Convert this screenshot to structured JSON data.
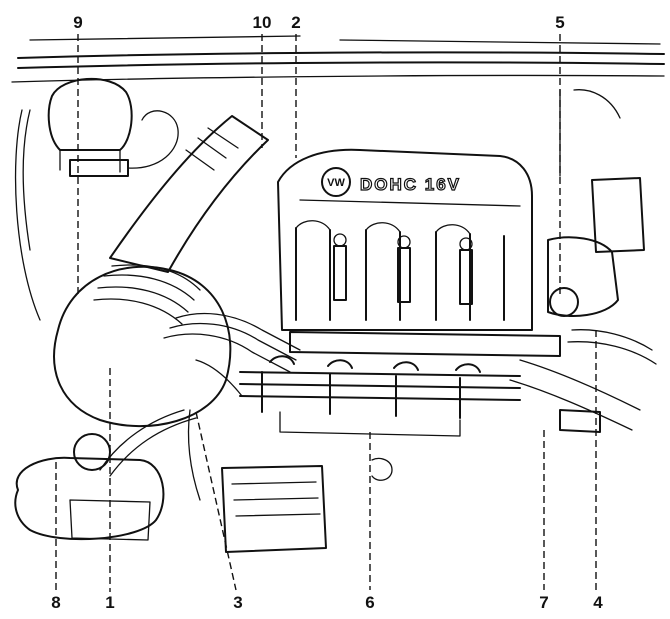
{
  "engine_badge": "DOHC 16V",
  "brand_mark": "VW",
  "callouts": {
    "c1": "1",
    "c2": "2",
    "c3": "3",
    "c4": "4",
    "c5": "5",
    "c6": "6",
    "c7": "7",
    "c8": "8",
    "c9": "9",
    "c10": "10"
  },
  "colors": {
    "ink": "#111111",
    "paper": "#ffffff"
  }
}
